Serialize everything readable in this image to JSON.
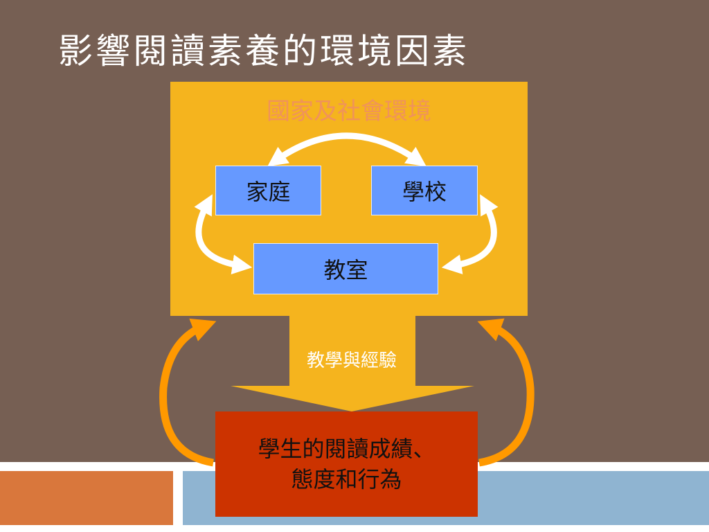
{
  "slide": {
    "title": "影響閱讀素養的環境因素"
  },
  "diagram": {
    "context_label": "國家及社會環境",
    "boxes": {
      "home": "家庭",
      "school": "學校",
      "classroom": "教室"
    },
    "flow_label": "教學與經驗",
    "student_box": {
      "line1": "學生的閱讀成績、",
      "line2": "態度和行為"
    }
  },
  "colors": {
    "background": "#765f53",
    "context_fill": "#f5b41e",
    "box_fill": "#6699ff",
    "student_fill": "#cc3300",
    "feedback_arrow": "#ff9900",
    "exchange_arrow": "#ffffff"
  }
}
